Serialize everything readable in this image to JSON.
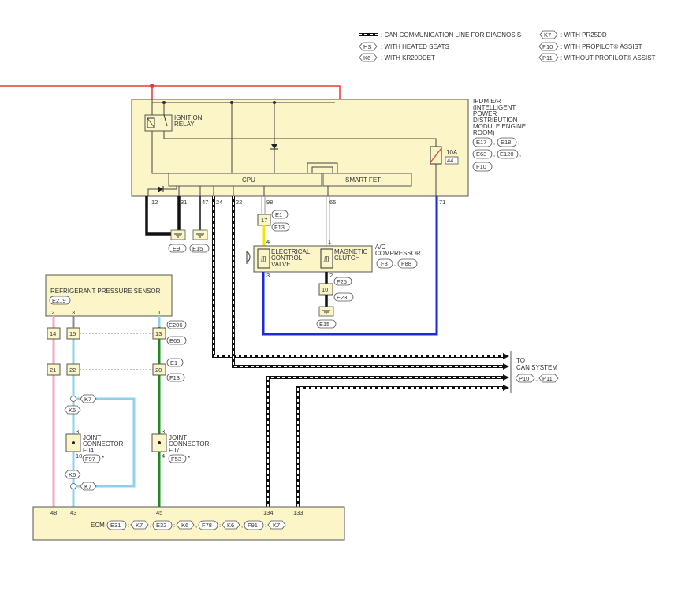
{
  "colors": {
    "red": "#e53935",
    "black": "#111111",
    "blue": "#1c2bd6",
    "yellow": "#f2e600",
    "pink": "#f4a6c6",
    "light_blue": "#8fd0ee",
    "gray": "#8c8c8c",
    "green": "#1c8a1c",
    "box_fill": "#fbf5c8"
  },
  "legend": {
    "can_line": "CAN COMMUNICATION LINE FOR DIAGNOSIS",
    "hs_tag": "HS",
    "hs_text": ": WITH HEATED SEATS",
    "k6_tag": "K6",
    "k6_text": ": WITH KR20DDET",
    "k7_tag": "K7",
    "k7_text": ": WITH PR25DD",
    "p10_tag": "P10",
    "p10_text": ": WITH PROPILOT® ASSIST",
    "p11_tag": "P11",
    "p11_text": ": WITHOUT PROPILOT® ASSIST"
  },
  "ipdm": {
    "title_lines": [
      "IPDM E/R",
      "(INTELLIGENT",
      "POWER",
      "DISTRIBUTION",
      "MODULE ENGINE",
      "ROOM)"
    ],
    "connectors": [
      "E17",
      "E18",
      "E63",
      "E120",
      "F10"
    ],
    "relay_lines": [
      "IGNITION",
      "RELAY"
    ],
    "cpu": "CPU",
    "smart_fet": "SMART FET",
    "fuse_rating": "10A",
    "fuse_number": "44",
    "pins": {
      "p12": "12",
      "p31": "31",
      "p47": "47",
      "p24": "24",
      "p22": "22",
      "p98": "98",
      "p65": "65",
      "p71": "71"
    }
  },
  "grounds": {
    "e9": "E9",
    "e15_top": "E15",
    "e15_bottom": "E15"
  },
  "compressor": {
    "title_lines": [
      "A/C",
      "COMPRESSOR"
    ],
    "connectors": [
      "F3",
      "F88"
    ],
    "ecv_lines": [
      "ELECTRICAL",
      "CONTROL",
      "VALVE"
    ],
    "clutch_lines": [
      "MAGNETIC",
      "CLUTCH"
    ],
    "pins": {
      "p4": "4",
      "p3": "3",
      "p1": "1",
      "p2": "2"
    }
  },
  "relay_conn": {
    "pin17": "17",
    "e1": "E1",
    "f13": "F13",
    "pin10": "10",
    "f25": "F25",
    "e23": "E23"
  },
  "sensor": {
    "title": "REFRIGERANT PRESSURE SENSOR",
    "connector": "E219",
    "pins": {
      "p2": "2",
      "p3": "3",
      "p1": "1"
    }
  },
  "harness": {
    "pin14": "14",
    "pin15": "15",
    "pin13": "13",
    "e206": "E206",
    "e65": "E65",
    "pin21": "21",
    "pin22": "22",
    "pin20": "20",
    "e1": "E1",
    "f13": "F13"
  },
  "joints": {
    "k7_top": "K7",
    "k6_top": "K6",
    "k6_bottom": "K6",
    "k7_bottom": "K7",
    "f04_lines": [
      "JOINT",
      "CONNECTOR-",
      "F04"
    ],
    "f04_conn": "F97",
    "f04_pin_top": "3",
    "f04_pin_bottom": "10",
    "f07_lines": [
      "JOINT",
      "CONNECTOR-",
      "F07"
    ],
    "f07_conn": "F53",
    "f07_pin_top": "3",
    "f07_pin_bottom": "4",
    "asterisk": "*"
  },
  "can_system": {
    "lines": [
      "TO",
      "CAN SYSTEM"
    ],
    "p10": "P10",
    "p11": "P11"
  },
  "ecm": {
    "label": "ECM",
    "connectors": [
      "E31",
      "K7",
      "E32",
      "K6",
      "F78",
      "K6",
      "F91",
      "K7"
    ],
    "pins": {
      "p48": "48",
      "p43": "43",
      "p45": "45",
      "p134": "134",
      "p133": "133"
    }
  },
  "separators": {
    "comma": ",",
    "colon": ":"
  }
}
